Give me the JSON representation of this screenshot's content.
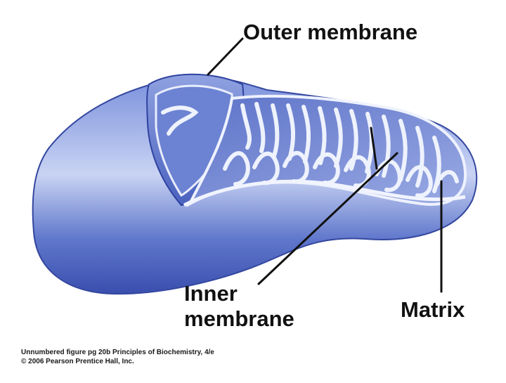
{
  "labels": {
    "outer": "Outer membrane",
    "inner_line1": "Inner",
    "inner_line2": "membrane",
    "matrix": "Matrix"
  },
  "caption": {
    "line1": "Unnumbered figure pg 20b  Principles of Biochemistry, 4/e",
    "line2": "© 2006 Pearson Prentice Hall, Inc."
  },
  "colors": {
    "membrane_dark": "#3f55b8",
    "membrane_mid": "#6f86d6",
    "membrane_light": "#c7d2f4",
    "matrix": "#8b9ee0",
    "cristae_edge": "#e9eefc",
    "leader_line": "#111111"
  }
}
